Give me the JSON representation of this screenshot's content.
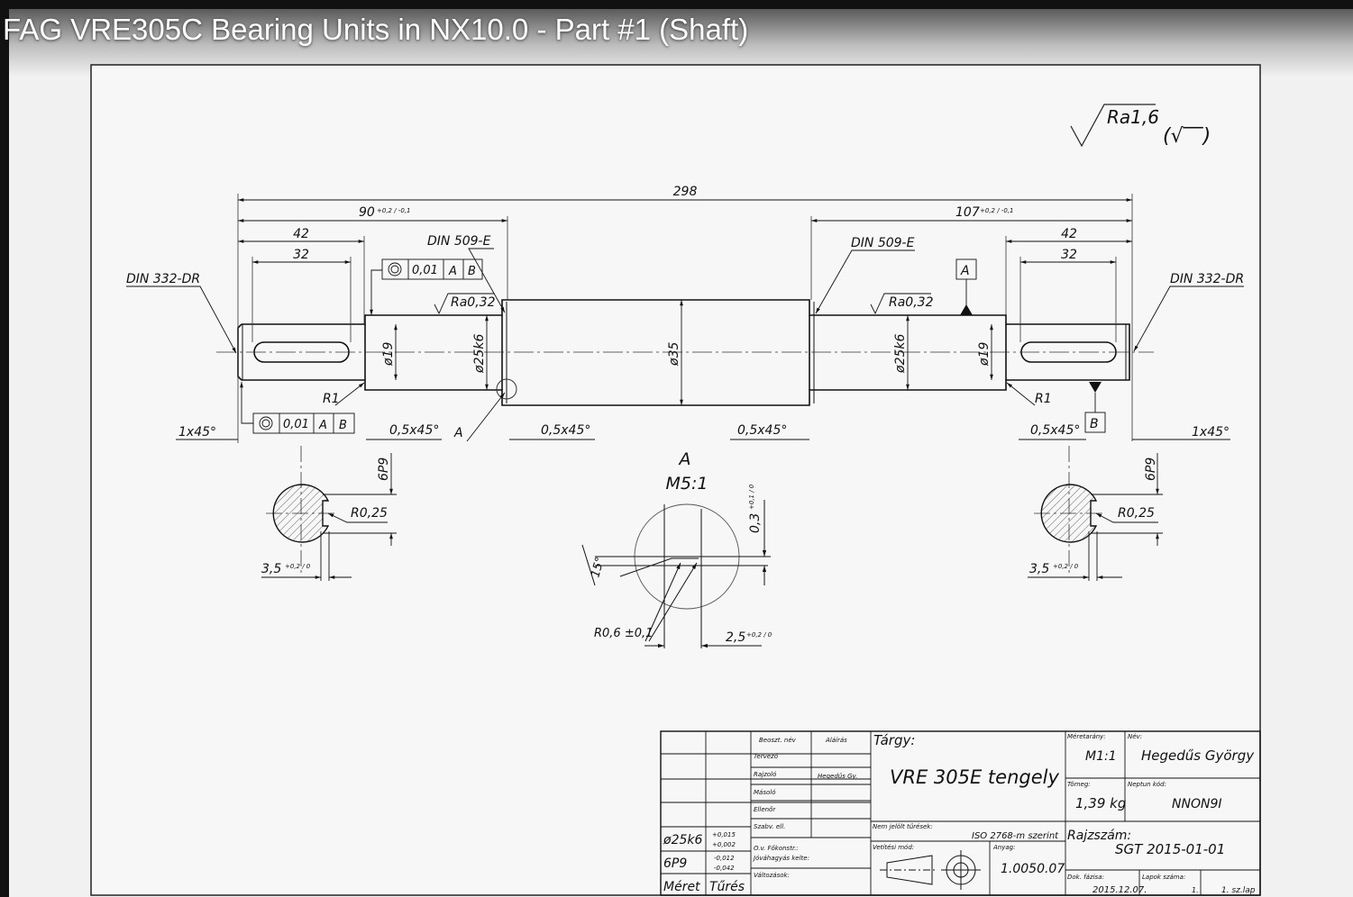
{
  "video": {
    "title": "FAG VRE305C Bearing Units in NX10.0 - Part #1 (Shaft)"
  },
  "surface": {
    "main": "Ra1,6",
    "secondary": "(√‾‾)"
  },
  "dims": {
    "total": "298",
    "left_step": "90",
    "left_step_tol": "+0,2 / -0,1",
    "right_step": "107",
    "right_step_tol": "+0,2 / -0,1",
    "left_42": "42",
    "left_32": "32",
    "right_42": "42",
    "right_32": "32",
    "dia19_l": "ø19",
    "dia25_l": "ø25k6",
    "dia35": "ø35",
    "dia25_r": "ø25k6",
    "dia19_r": "ø19",
    "r1_l": "R1",
    "r1_r": "R1",
    "chamfer_1x45_l": "1x45°",
    "chamfer_1x45_r": "1x45°",
    "ch05_1": "0,5x45°",
    "ch05_2": "0,5x45°",
    "ch05_3": "0,5x45°",
    "ch05_4": "0,5x45°",
    "ra032_l": "Ra0,32",
    "ra032_r": "Ra0,32",
    "p9_l": "6P9",
    "p9_r": "6P9",
    "r025_l": "R0,25",
    "r025_r": "R0,25",
    "w35_l": "3,5",
    "w35_r": "3,5",
    "w35_tol": "+0,2 / 0"
  },
  "labels": {
    "din332_l": "DIN 332-DR",
    "din332_r": "DIN 332-DR",
    "din509_l": "DIN 509-E",
    "din509_r": "DIN 509-E",
    "detail_marker": "A",
    "datum_a": "A",
    "datum_b": "B"
  },
  "tolerance_frames": {
    "top": {
      "value": "0,01",
      "d1": "A",
      "d2": "B"
    },
    "bottom": {
      "value": "0,01",
      "d1": "A",
      "d2": "B"
    }
  },
  "detail": {
    "title": "A",
    "scale": "M5:1",
    "d03": "0,3",
    "d03_tol": "+0,1 / 0",
    "angle": "15°",
    "r06": "R0,6 ±0,1",
    "d25": "2,5",
    "d25_tol": "+0,2 / 0"
  },
  "title_block": {
    "h_beoszt": "Beoszt. név",
    "h_alairas": "Aláírás",
    "tervezo": "Tervező",
    "rajzolo": "Rajzoló",
    "rajzolo_name": "Hegedűs Gy.",
    "masolo": "Másoló",
    "ellenor": "Ellenőr",
    "szabv": "Szabv. ell.",
    "fokonstr": "O.v. Főkonstr.:",
    "jovahagyas": "Jóváhagyás kelte:",
    "valtozasok": "Változások:",
    "tol1_name": "ø25k6",
    "tol1_up": "+0,015",
    "tol1_lo": "+0,002",
    "tol2_name": "6P9",
    "tol2_up": "-0,012",
    "tol2_lo": "-0,042",
    "meret": "Méret",
    "tures": "Tűrés",
    "targy_label": "Tárgy:",
    "targy": "VRE 305E tengely",
    "nem_jelolt": "Nem jelölt tűrések:",
    "iso": "ISO 2768-m szerint",
    "vetitesi": "Vetítési mód:",
    "anyag_label": "Anyag:",
    "anyag": "1.0050.07",
    "meretarany_label": "Méretarány:",
    "meretarany": "M1:1",
    "nev_label": "Név:",
    "nev": "Hegedűs György",
    "tomeg_label": "Tömeg:",
    "tomeg": "1,39 kg",
    "neptun_label": "Neptun kód:",
    "neptun": "NNON9I",
    "rajzszam_label": "Rajzszám:",
    "rajzszam": "SGT 2015-01-01",
    "dok_fazisa": "Dok. fázisa:",
    "dok_date": "2015.12.07.",
    "lapok": "Lapok száma:",
    "lapok_num": "1.",
    "lap": "1. sz.lap"
  }
}
